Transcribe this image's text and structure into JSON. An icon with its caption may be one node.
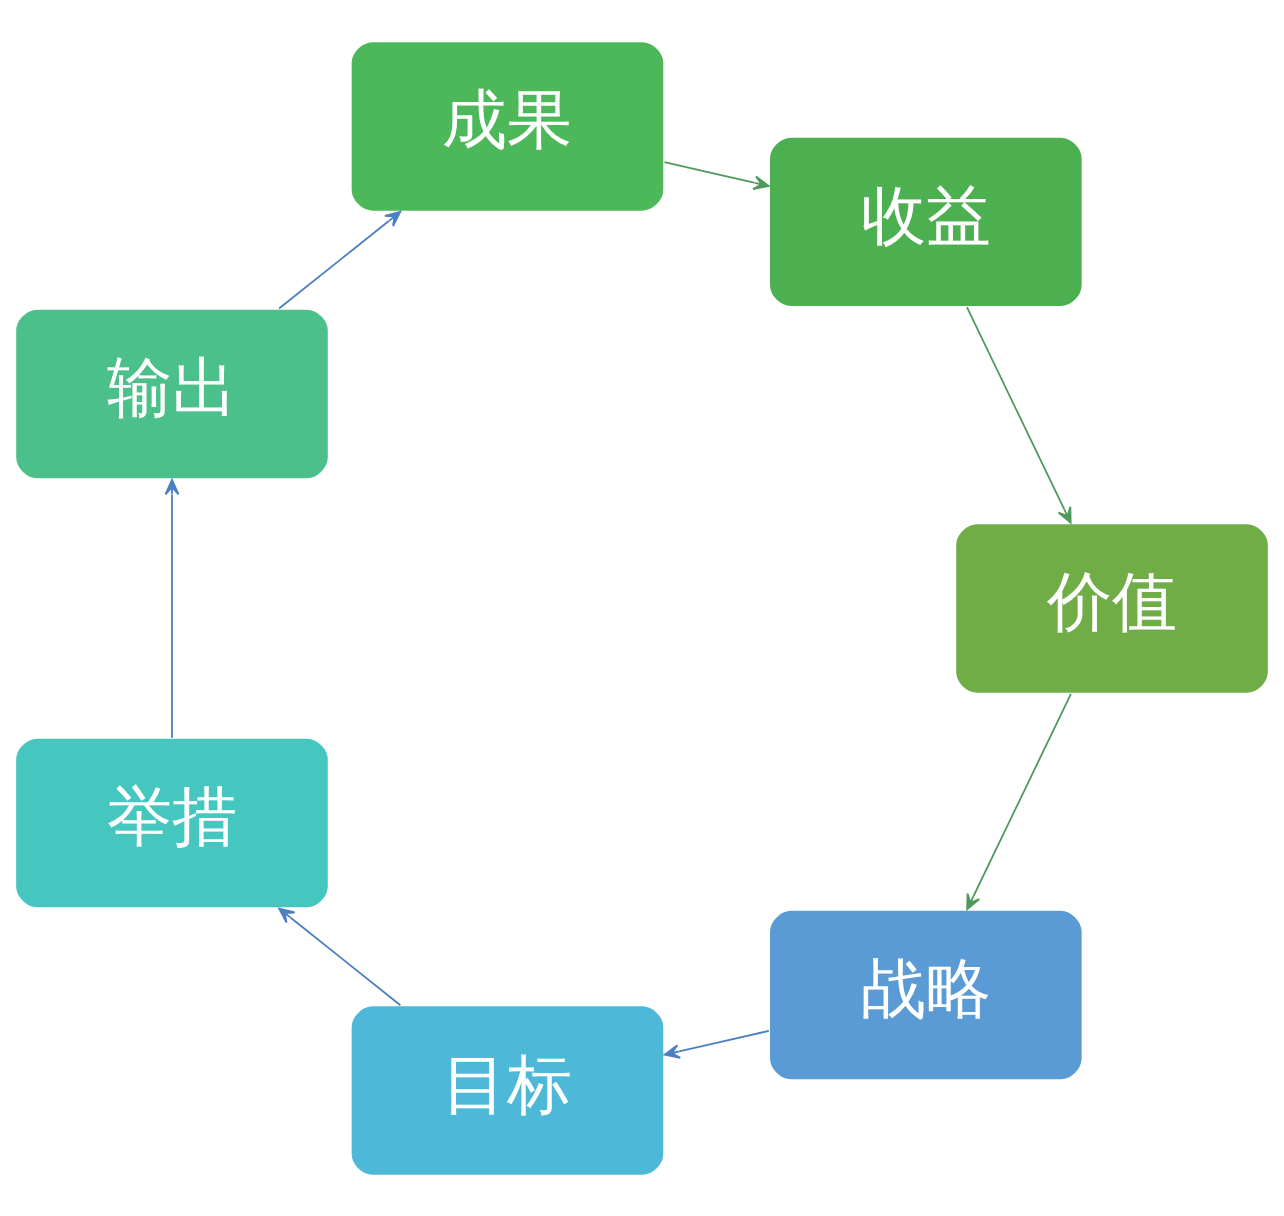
{
  "diagram": {
    "nodes": [
      {
        "text": [
          "战略"
        ]
      },
      {
        "text": [
          "目标"
        ]
      },
      {
        "text": [
          "举措"
        ]
      },
      {
        "text": [
          "输出"
        ]
      },
      {
        "text": [
          "成果"
        ]
      },
      {
        "text": [
          "收益"
        ]
      },
      {
        "text": [
          "价值"
        ]
      }
    ],
    "edges": [
      {
        "from": 0,
        "to": 1,
        "arrow": "to"
      },
      {
        "from": 1,
        "to": 2,
        "arrow": "to"
      },
      {
        "from": 2,
        "to": 3,
        "arrow": "to"
      },
      {
        "from": 3,
        "to": 4,
        "arrow": "to"
      },
      {
        "from": 4,
        "to": 5,
        "arrow": "to",
        "color": "#4f9a5c"
      },
      {
        "from": 5,
        "to": 6,
        "arrow": "to",
        "color": "#4f9a5c"
      },
      {
        "from": 6,
        "to": 0,
        "arrow": "to",
        "color": "#4f9a5c"
      }
    ]
  }
}
